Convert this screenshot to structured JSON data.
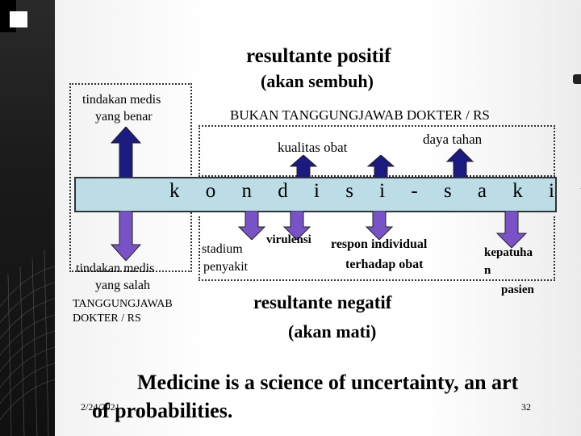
{
  "top": {
    "positive_line1": "resultante positif",
    "positive_line2": "(akan sembuh)",
    "left_label_line1": "tindakan medis",
    "left_label_line2": "yang benar",
    "bukan": "BUKAN TANGGUNGJAWAB DOKTER / RS",
    "daya_tahan": "daya tahan",
    "kualitas_obat": "kualitas obat"
  },
  "band": {
    "text": "k o n d i s i - s a k i t"
  },
  "bottom": {
    "left_label_line1": "tindakan medis",
    "left_label_line2": "yang salah",
    "tanggungjawab_line1": "TANGGUNGJAWAB",
    "tanggungjawab_line2": "DOKTER / RS",
    "stadium_line1": "stadium",
    "stadium_line2": "penyakit",
    "virulensi": "virulensi",
    "respon_line1": "respon individual",
    "respon_line2": "terhadap obat",
    "kepatuhan_line1": "kepatuha",
    "kepatuhan_line2": "n",
    "pasien": "pasien",
    "negative_line1": "resultante negatif",
    "negative_line2": "(akan mati)"
  },
  "footer": {
    "quote_line1": "Medicine is a science of uncertainty, an art",
    "quote_line2": "of probabilities.",
    "date": "2/24/2021",
    "page": "32"
  },
  "colors": {
    "arrow_up": "#1a1a80",
    "arrow_down": "#7a52c8",
    "band": "#bcdde6"
  }
}
